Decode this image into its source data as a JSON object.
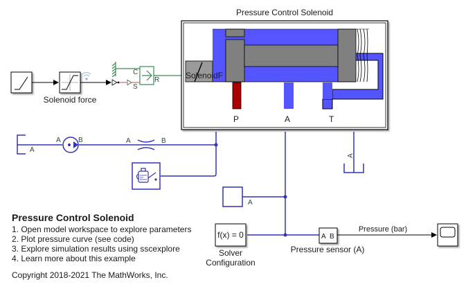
{
  "diagram": {
    "title": "Pressure Control Solenoid",
    "colors": {
      "hydraulic_line": "#3333b3",
      "fluid_blue": "#5555ff",
      "spool_gray": "#808080",
      "pressure_red": "#aa0000",
      "mechanical_green": "#3a8a55",
      "signal_black": "#000000",
      "physical_signal_pink": "#c07070"
    },
    "blocks": {
      "ramp": {
        "label": ""
      },
      "solenoid_force": {
        "label": "Solenoid force"
      },
      "force_source": {
        "port_c": "C",
        "port_s": "S",
        "port_r": "R"
      },
      "valve": {
        "title": "Pressure Control Solenoid",
        "input_label": "SolenoidF",
        "ports": [
          "P",
          "A",
          "T"
        ]
      },
      "reservoir_left": {
        "port": "A"
      },
      "pump": {
        "port_a": "A",
        "port_b": "B"
      },
      "orifice": {
        "port_a": "A",
        "port_b": "B"
      },
      "fluid_properties": {
        "label": ""
      },
      "tank_right": {
        "port": "A"
      },
      "cap": {
        "port": "A"
      },
      "solver": {
        "text": "f(x) = 0",
        "label_line1": "Solver",
        "label_line2": "Configuration"
      },
      "pressure_sensor": {
        "port_a": "A",
        "port_b": "B",
        "label": "Pressure sensor (A)"
      },
      "scope": {
        "label": ""
      }
    },
    "signals": {
      "pressure": "Pressure (bar)"
    }
  },
  "annotation": {
    "title": "Pressure Control Solenoid",
    "items": [
      "1. Open model workspace to explore parameters",
      "2. Plot pressure curve (see code)",
      "3. Explore simulation results using sscexplore",
      "4. Learn more about this example"
    ],
    "copyright": "Copyright 2018-2021 The MathWorks, Inc."
  }
}
